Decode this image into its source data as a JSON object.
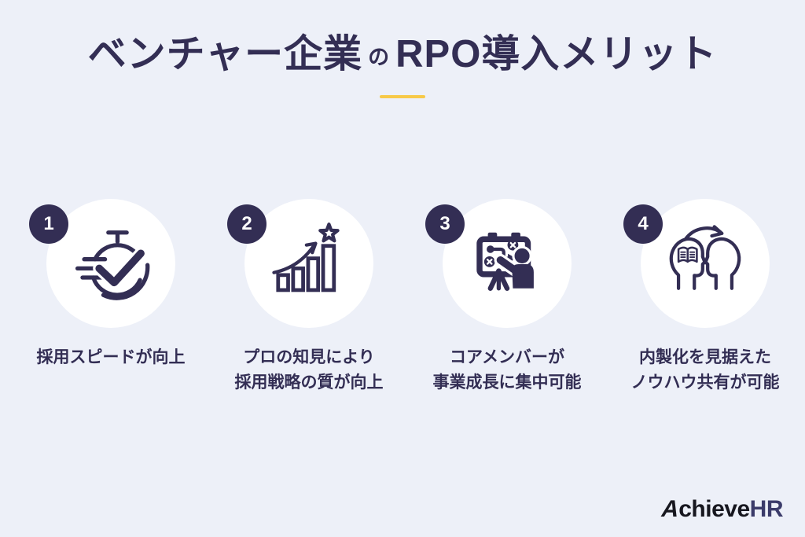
{
  "header": {
    "title_main": "ベンチャー企業",
    "title_particle": "の",
    "title_sub": "RPO導入メリット"
  },
  "items": [
    {
      "number": "1",
      "icon": "stopwatch-check-icon",
      "label_lines": [
        "採用スピードが向上"
      ]
    },
    {
      "number": "2",
      "icon": "growth-chart-star-icon",
      "label_lines": [
        "プロの知見により",
        "採用戦略の質が向上"
      ]
    },
    {
      "number": "3",
      "icon": "strategy-board-presenter-icon",
      "label_lines": [
        "コアメンバーが",
        "事業成長に集中可能"
      ]
    },
    {
      "number": "4",
      "icon": "knowledge-transfer-heads-icon",
      "label_lines": [
        "内製化を見据えた",
        "ノウハウ共有が可能"
      ]
    }
  ],
  "footer": {
    "logo_first_letter": "A",
    "logo_rest": "chieve",
    "logo_suffix": "HR"
  },
  "colors": {
    "background": "#edf0f8",
    "primary_navy": "#332e54",
    "accent_yellow": "#f7c948",
    "circle_white": "#ffffff",
    "logo_black": "#17171f",
    "logo_indigo": "#3b3b6a"
  }
}
